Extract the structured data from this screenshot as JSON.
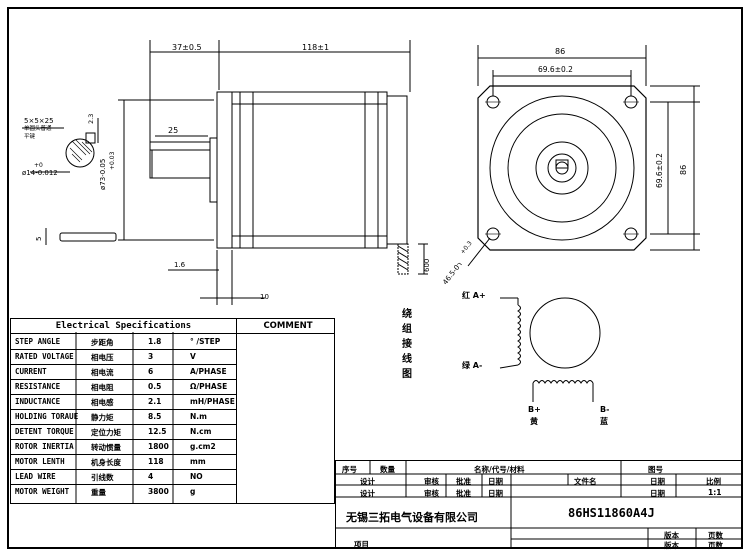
{
  "drawing": {
    "dim_37": "37±0.5",
    "dim_118": "118±1",
    "dim_86_top": "86",
    "dim_69_6_top": "69.6±0.2",
    "dim_69_6_side": "69.6±0.2",
    "dim_86_side": "86",
    "dim_25": "25",
    "dim_73": "ø73-0.05",
    "dim_73b": "+0.03",
    "dim_16": "1.6",
    "dim_10": "10",
    "dim_600": "600",
    "dim_holes": "4ר6.5-0",
    "dim_holes_tol": "+0.3",
    "key_spec": "5×5×25",
    "key_note1": "单圆头普通",
    "key_note2": "平键",
    "dim_23": "2.3",
    "dim_14": "ø14-0.012",
    "dim_14b": "+0",
    "dim_5": "5"
  },
  "wiring": {
    "title_chars": [
      "绕",
      "组",
      "接",
      "线",
      "图"
    ],
    "a_plus": "红 A+",
    "a_minus": "绿 A-",
    "b_plus": "B+",
    "b_plus_color": "黄",
    "b_minus": "B-",
    "b_minus_color": "蓝"
  },
  "specs": {
    "title": "Electrical Specifications",
    "comment": "COMMENT",
    "rows": [
      {
        "en": "STEP ANGLE",
        "cn": "步距角",
        "val": "1.8",
        "unit": "° /STEP"
      },
      {
        "en": "RATED VOLTAGE",
        "cn": "相电压",
        "val": "3",
        "unit": "V"
      },
      {
        "en": "CURRENT",
        "cn": "相电流",
        "val": "6",
        "unit": "A/PHASE"
      },
      {
        "en": "RESISTANCE",
        "cn": "相电阻",
        "val": "0.5",
        "unit": "Ω/PHASE"
      },
      {
        "en": "INDUCTANCE",
        "cn": "相电感",
        "val": "2.1",
        "unit": "mH/PHASE"
      },
      {
        "en": "HOLDING TORAUE",
        "cn": "静力矩",
        "val": "8.5",
        "unit": "N.m"
      },
      {
        "en": "DETENT TORQUE",
        "cn": "定位力矩",
        "val": "12.5",
        "unit": "N.cm"
      },
      {
        "en": "ROTOR INERTIA",
        "cn": "转动惯量",
        "val": "1800",
        "unit": "g.cm2"
      },
      {
        "en": "MOTOR LENTH",
        "cn": "机身长度",
        "val": "118",
        "unit": "mm"
      },
      {
        "en": "LEAD WIRE",
        "cn": "引线数",
        "val": "4",
        "unit": "NO"
      },
      {
        "en": "MOTOR WEIGHT",
        "cn": "重量",
        "val": "3800",
        "unit": "g"
      }
    ]
  },
  "title_block": {
    "seq": "序号",
    "qty": "数量",
    "name": "名称/代号/材料",
    "fig": "图号",
    "design1": "设计",
    "review1": "审核",
    "approve1": "批准",
    "date1": "日期",
    "filename": "文件名",
    "date_r1": "日期",
    "ratio": "比例",
    "design2": "设计",
    "review2": "审核",
    "approve2": "批准",
    "date2": "日期",
    "date_r2": "日期",
    "ratio_val": "1:1",
    "company": "无锡三拓电气设备有限公司",
    "model": "86HS11860A4J",
    "version1": "版本",
    "pages1": "页数",
    "project": "项目",
    "version2": "版本",
    "pages2": "页数"
  }
}
